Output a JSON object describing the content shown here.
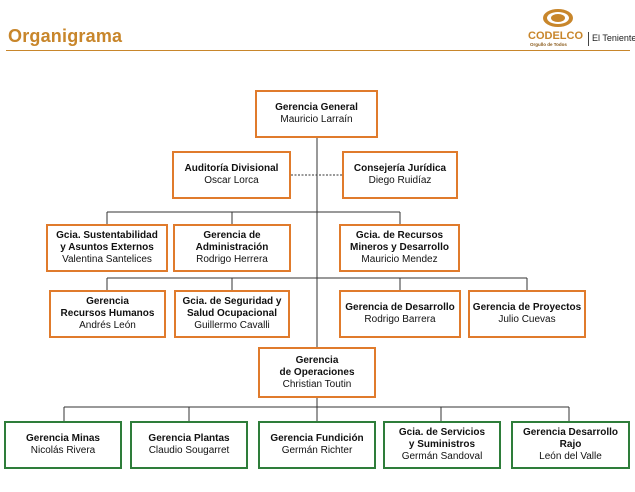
{
  "header": {
    "title": "Organigrama",
    "logo": {
      "brand": "CODELCO",
      "tagline": "Orgullo de Todos",
      "division": "El Teniente"
    }
  },
  "colors": {
    "accent": "#c8862b",
    "box_orange": "#e07b2c",
    "box_green": "#2e7d3a"
  },
  "nodes": {
    "gg": {
      "title": "Gerencia General",
      "person": "Mauricio Larraín"
    },
    "aud": {
      "title": "Auditoría Divisional",
      "person": "Oscar Lorca"
    },
    "cj": {
      "title": "Consejería Jurídica",
      "person": "Diego Ruidíaz"
    },
    "sust": {
      "title": "Gcia. Sustentabilidad\ny Asuntos Externos",
      "person": "Valentina Santelices"
    },
    "adm": {
      "title": "Gerencia de\nAdministración",
      "person": "Rodrigo Herrera"
    },
    "rmd": {
      "title": "Gcia. de Recursos\nMineros y Desarrollo",
      "person": "Mauricio Mendez"
    },
    "rh": {
      "title": "Gerencia\nRecursos Humanos",
      "person": "Andrés León"
    },
    "sso": {
      "title": "Gcia. de Seguridad y\nSalud Ocupacional",
      "person": "Guillermo Cavalli"
    },
    "des": {
      "title": "Gerencia de Desarrollo",
      "person": "Rodrigo Barrera"
    },
    "proy": {
      "title": "Gerencia de Proyectos",
      "person": "Julio Cuevas"
    },
    "ops": {
      "title": "Gerencia\nde Operaciones",
      "person": "Christian Toutin"
    },
    "min": {
      "title": "Gerencia Minas",
      "person": "Nicolás Rivera"
    },
    "pla": {
      "title": "Gerencia Plantas",
      "person": "Claudio Sougarret"
    },
    "fun": {
      "title": "Gerencia Fundición",
      "person": "Germán Richter"
    },
    "sum": {
      "title": "Gcia. de Servicios\ny Suministros",
      "person": "Germán Sandoval"
    },
    "raj": {
      "title": "Gerencia Desarrollo Rajo",
      "person": "León del Valle"
    }
  }
}
